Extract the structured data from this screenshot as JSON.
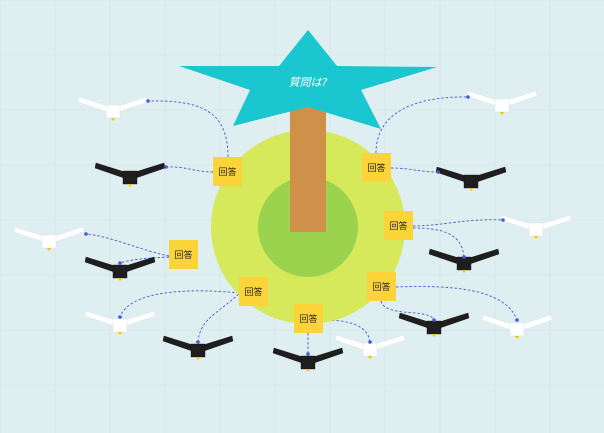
{
  "center": {
    "question_label": "質問は?"
  },
  "answer_notes": [
    {
      "label": "回答"
    },
    {
      "label": "回答"
    },
    {
      "label": "回答"
    },
    {
      "label": "回答"
    },
    {
      "label": "回答"
    },
    {
      "label": "回答"
    },
    {
      "label": "回答"
    }
  ],
  "colors": {
    "background": "#dfeef0",
    "grid": "#cfe3e6",
    "star": "#1ac6cf",
    "trunk": "#cf9149",
    "outer_circle": "#d5e95b",
    "inner_circle": "#9bd34f",
    "sticky": "#fbd43a",
    "connector": "#4a57d6",
    "bird_white": "#ffffff",
    "bird_black": "#1e1e1e"
  }
}
